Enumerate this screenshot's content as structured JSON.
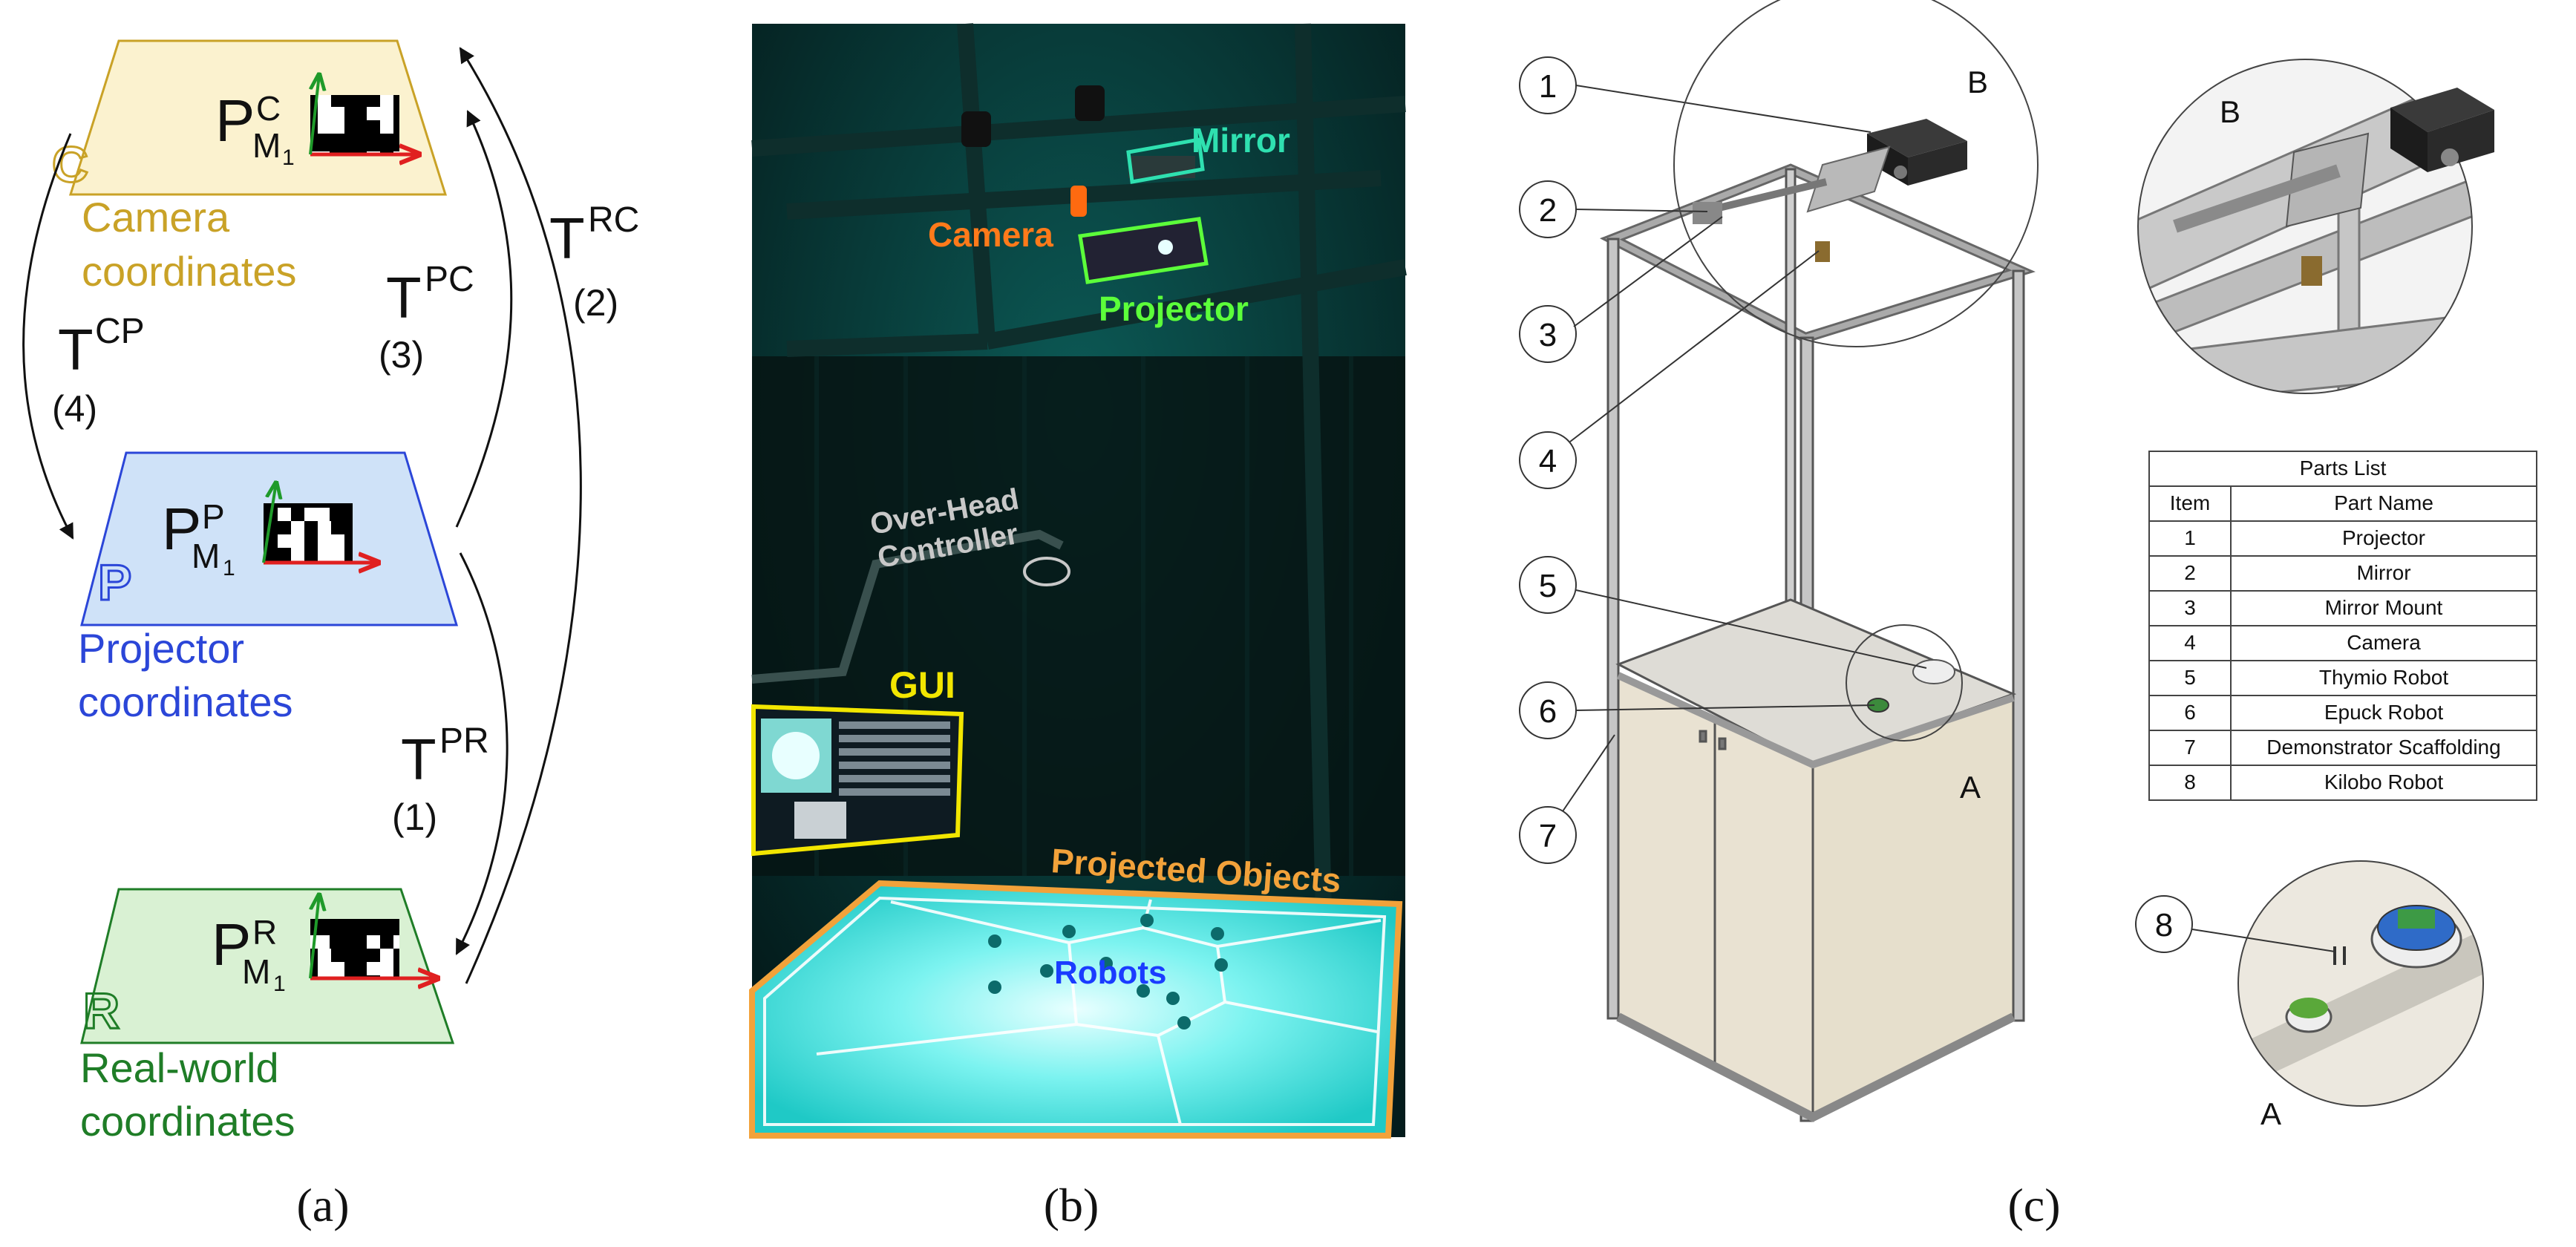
{
  "panel_a": {
    "camera": {
      "letter": "C",
      "label_line1": "Camera",
      "label_line2": "coordinates",
      "sub": "M",
      "sub_index": "1",
      "sup": "C",
      "color": "#c9a227",
      "fill": "#fbf2cf"
    },
    "projector": {
      "letter": "P",
      "label_line1": "Projector",
      "label_line2": "coordinates",
      "sub": "M",
      "sub_index": "1",
      "sup": "P",
      "color": "#2b46d8",
      "fill": "#cfe2f8"
    },
    "real": {
      "letter": "R",
      "label_line1": "Real-world",
      "label_line2": "coordinates",
      "sub": "M",
      "sub_index": "1",
      "sup": "R",
      "color": "#1f7d27",
      "fill": "#d9f1d3"
    },
    "point_symbol": "P",
    "transforms": {
      "cp": {
        "base": "T",
        "sup": "CP",
        "num": "(4)"
      },
      "pc": {
        "base": "T",
        "sup": "PC",
        "num": "(3)"
      },
      "rc": {
        "base": "T",
        "sup": "RC",
        "num": "(2)"
      },
      "pr": {
        "base": "T",
        "sup": "PR",
        "num": "(1)"
      }
    }
  },
  "panel_b": {
    "mirror": "Mirror",
    "camera": "Camera",
    "projector": "Projector",
    "overhead_line1": "Over-Head",
    "overhead_line2": "Controller",
    "gui": "GUI",
    "projected": "Projected Objects",
    "robots": "Robots",
    "colors": {
      "mirror": "#2fe0b0",
      "camera": "#ff7a1a",
      "projector": "#5cff3a",
      "overhead": "#c8c8c8",
      "gui": "#f2e600",
      "projected": "#f2a23a",
      "robots": "#1a3cff"
    }
  },
  "panel_c": {
    "callouts": [
      "1",
      "2",
      "3",
      "4",
      "5",
      "6",
      "7"
    ],
    "detail_label_b": "B",
    "detail_label_a": "A",
    "detail_b_title": "B",
    "detail_a_title": "A",
    "detail_a_callout": "8",
    "parts_table": {
      "title": "Parts List",
      "headers": [
        "Item",
        "Part Name"
      ],
      "rows": [
        [
          "1",
          "Projector"
        ],
        [
          "2",
          "Mirror"
        ],
        [
          "3",
          "Mirror Mount"
        ],
        [
          "4",
          "Camera"
        ],
        [
          "5",
          "Thymio Robot"
        ],
        [
          "6",
          "Epuck Robot"
        ],
        [
          "7",
          "Demonstrator Scaffolding"
        ],
        [
          "8",
          "Kilobo Robot"
        ]
      ]
    }
  },
  "captions": {
    "a": "(a)",
    "b": "(b)",
    "c": "(c)"
  }
}
